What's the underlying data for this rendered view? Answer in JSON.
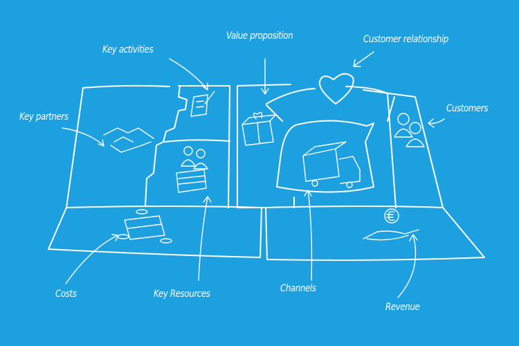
{
  "background_color": "#1ca0e0",
  "labels": {
    "key_activities": "Key activities",
    "value_proposition": "Value proposition",
    "customer_relationship": "Customer relationship",
    "key_partners": "Key partners",
    "customers": "Customers",
    "costs": "Costs",
    "key_resources": "Key Resources",
    "channels": "Channels",
    "revenue": "Revenue"
  },
  "icons": [
    "handshake-icon",
    "checklist-icon",
    "people-icon",
    "money-stack-icon",
    "gift-icon",
    "heart-icon",
    "truck-icon",
    "customers-icon",
    "coins-icon",
    "euro-coin-hand-icon"
  ]
}
